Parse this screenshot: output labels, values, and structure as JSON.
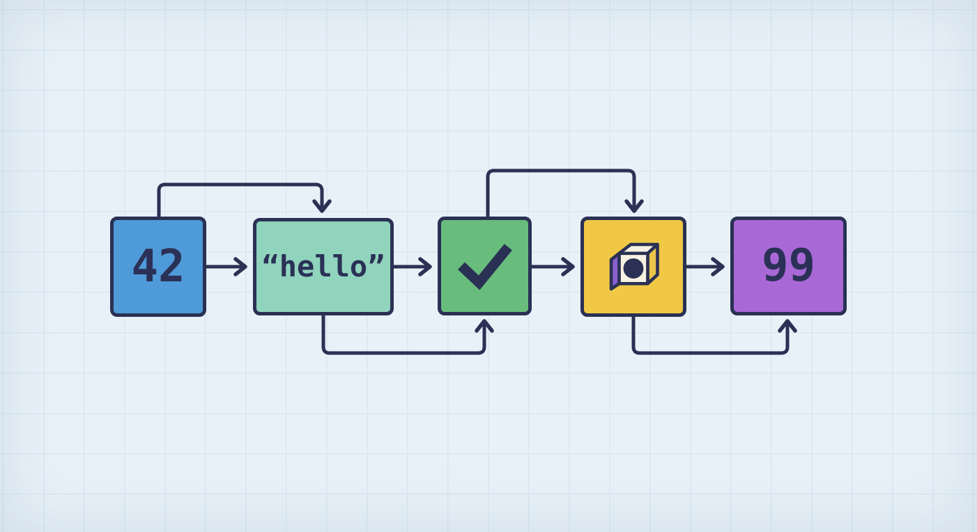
{
  "diagram": {
    "kind": "flow-diagram",
    "background": "#e8f1f8",
    "grid_color": "#d9e7f1",
    "line_color": "#2a3154",
    "nodes": [
      {
        "id": "node-1",
        "label": "42",
        "type": "number",
        "fill": "#4f9ad9"
      },
      {
        "id": "node-2",
        "label": "“hello”",
        "type": "string",
        "fill": "#90d4bd"
      },
      {
        "id": "node-3",
        "label": "",
        "type": "boolean",
        "icon": "checkmark-icon",
        "fill": "#68bd7c"
      },
      {
        "id": "node-4",
        "label": "",
        "type": "object",
        "icon": "cube-icon",
        "fill": "#f0c845",
        "icon_accent": "#8a5fd0"
      },
      {
        "id": "node-5",
        "label": "99",
        "type": "number",
        "fill": "#a868d6"
      }
    ],
    "connectors": [
      {
        "from": "node-1",
        "to": "node-2",
        "route": "straight"
      },
      {
        "from": "node-2",
        "to": "node-3",
        "route": "straight"
      },
      {
        "from": "node-3",
        "to": "node-4",
        "route": "straight"
      },
      {
        "from": "node-4",
        "to": "node-5",
        "route": "straight"
      },
      {
        "from": "node-1",
        "to": "node-2",
        "route": "over-top"
      },
      {
        "from": "node-3",
        "to": "node-4",
        "route": "over-top"
      },
      {
        "from": "node-2",
        "to": "node-3",
        "route": "under-bottom"
      },
      {
        "from": "node-4",
        "to": "node-5",
        "route": "under-bottom"
      }
    ]
  }
}
